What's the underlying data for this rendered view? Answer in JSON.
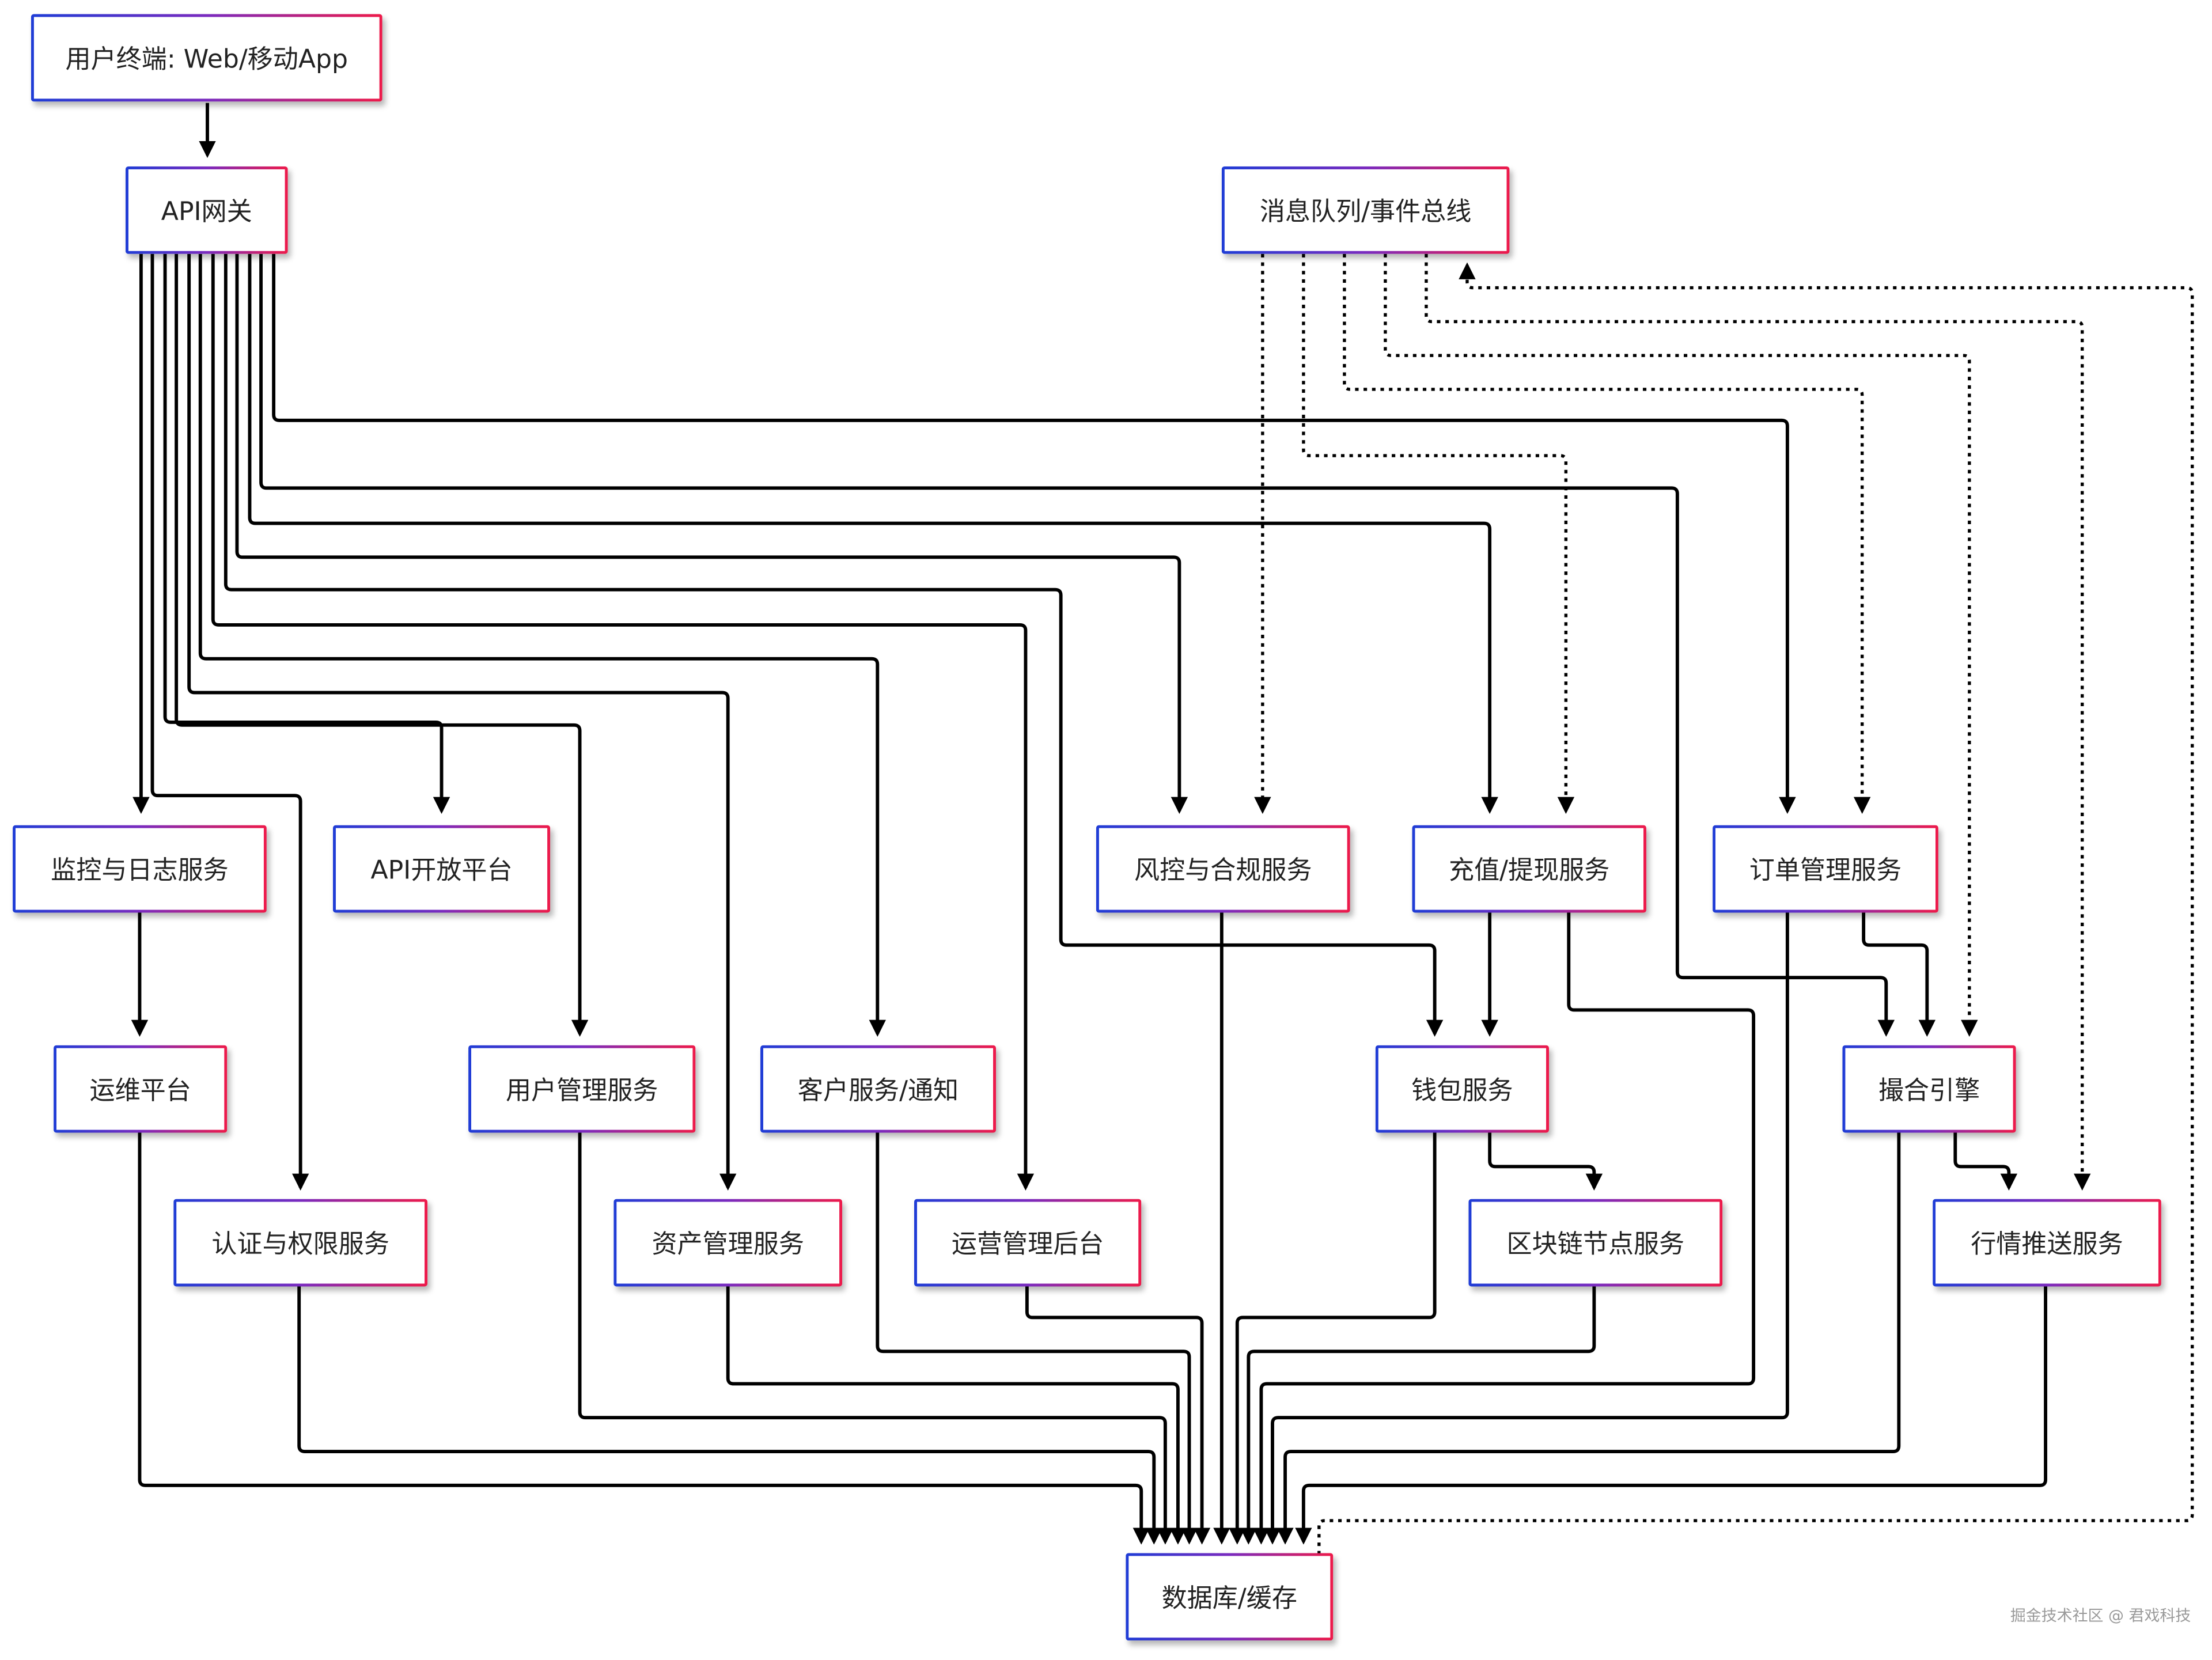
{
  "nodes": {
    "client": "用户终端: Web/移动App",
    "gateway": "API网关",
    "mq": "消息队列/事件总线",
    "monitor": "监控与日志服务",
    "openapi": "API开放平台",
    "risk": "风控与合规服务",
    "deposit": "充值/提现服务",
    "order": "订单管理服务",
    "ops": "运维平台",
    "user": "用户管理服务",
    "cs": "客户服务/通知",
    "wallet": "钱包服务",
    "match": "撮合引擎",
    "auth": "认证与权限服务",
    "asset": "资产管理服务",
    "admin": "运营管理后台",
    "chain": "区块链节点服务",
    "market": "行情推送服务",
    "db": "数据库/缓存"
  },
  "edges": [
    {
      "from": "client",
      "to": "gateway",
      "style": "solid"
    },
    {
      "from": "gateway",
      "to": "monitor",
      "style": "solid"
    },
    {
      "from": "gateway",
      "to": "auth",
      "style": "solid"
    },
    {
      "from": "gateway",
      "to": "openapi",
      "style": "solid"
    },
    {
      "from": "gateway",
      "to": "user",
      "style": "solid"
    },
    {
      "from": "gateway",
      "to": "asset",
      "style": "solid"
    },
    {
      "from": "gateway",
      "to": "cs",
      "style": "solid"
    },
    {
      "from": "gateway",
      "to": "admin",
      "style": "solid"
    },
    {
      "from": "gateway",
      "to": "wallet",
      "style": "solid"
    },
    {
      "from": "gateway",
      "to": "risk",
      "style": "solid"
    },
    {
      "from": "gateway",
      "to": "deposit",
      "style": "solid"
    },
    {
      "from": "gateway",
      "to": "match",
      "style": "solid"
    },
    {
      "from": "gateway",
      "to": "order",
      "style": "solid"
    },
    {
      "from": "mq",
      "to": "risk",
      "style": "dotted"
    },
    {
      "from": "mq",
      "to": "deposit",
      "style": "dotted"
    },
    {
      "from": "mq",
      "to": "order",
      "style": "dotted"
    },
    {
      "from": "mq",
      "to": "match",
      "style": "dotted"
    },
    {
      "from": "mq",
      "to": "market",
      "style": "dotted"
    },
    {
      "from": "db",
      "to": "mq",
      "style": "dotted"
    },
    {
      "from": "monitor",
      "to": "ops",
      "style": "solid"
    },
    {
      "from": "deposit",
      "to": "wallet",
      "style": "solid"
    },
    {
      "from": "order",
      "to": "match",
      "style": "solid"
    },
    {
      "from": "wallet",
      "to": "chain",
      "style": "solid"
    },
    {
      "from": "match",
      "to": "market",
      "style": "solid"
    },
    {
      "from": "ops",
      "to": "db",
      "style": "solid"
    },
    {
      "from": "auth",
      "to": "db",
      "style": "solid"
    },
    {
      "from": "user",
      "to": "db",
      "style": "solid"
    },
    {
      "from": "asset",
      "to": "db",
      "style": "solid"
    },
    {
      "from": "cs",
      "to": "db",
      "style": "solid"
    },
    {
      "from": "admin",
      "to": "db",
      "style": "solid"
    },
    {
      "from": "risk",
      "to": "db",
      "style": "solid"
    },
    {
      "from": "wallet",
      "to": "db",
      "style": "solid"
    },
    {
      "from": "chain",
      "to": "db",
      "style": "solid"
    },
    {
      "from": "deposit",
      "to": "db",
      "style": "solid"
    },
    {
      "from": "order",
      "to": "db",
      "style": "solid"
    },
    {
      "from": "match",
      "to": "db",
      "style": "solid"
    },
    {
      "from": "market",
      "to": "db",
      "style": "solid"
    }
  ],
  "watermark": "掘金技术社区 @ 君戏科技"
}
